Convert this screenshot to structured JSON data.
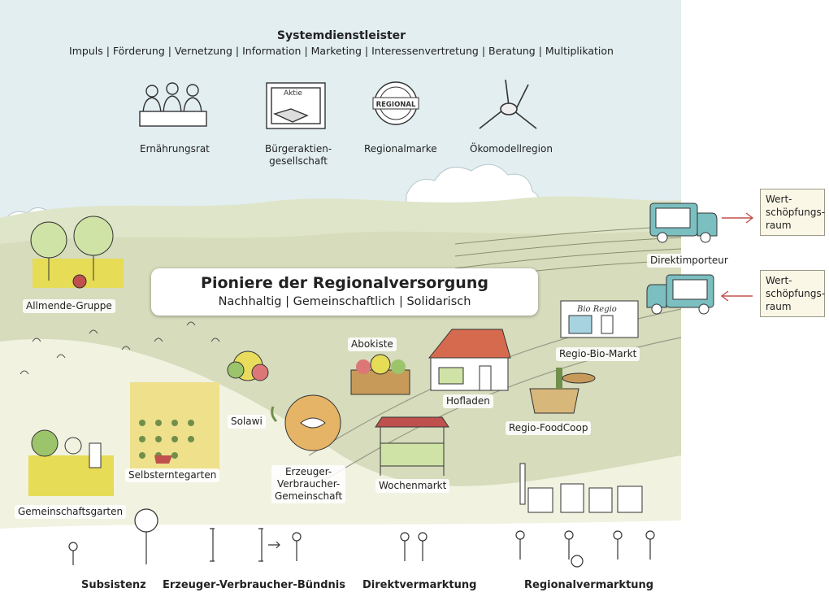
{
  "header": {
    "title": "Systemdienstleister",
    "subtitle": "Impuls | Förderung | Vernetzung | Information | Marketing | Interessenvertretung | Beratung | Multiplikation"
  },
  "services": [
    {
      "label": "Ernährungsrat",
      "icon": "council-icon"
    },
    {
      "label": "Bürgeraktien-\ngesellschaft",
      "icon": "share-certificate-icon"
    },
    {
      "label": "Regionalmarke",
      "icon": "regional-seal-icon"
    },
    {
      "label": "Ökomodellregion",
      "icon": "joined-hands-icon"
    }
  ],
  "center": {
    "title": "Pioniere der Regionalversorgung",
    "subtitle": "Nachhaltig | Gemeinschaftlich | Solidarisch"
  },
  "pioneers": {
    "allmende": "Allmende-Gruppe",
    "abokiste": "Abokiste",
    "hofladen": "Hofladen",
    "regio_bio": "Regio-Bio-Markt",
    "solawi": "Solawi",
    "foodcoop": "Regio-FoodCoop",
    "selbsternte": "Selbsterntegarten",
    "evg": "Erzeuger-\nVerbraucher-\nGemeinschaft",
    "wochenmarkt": "Wochenmarkt",
    "gemeinschaftsgarten": "Gemeinschaftsgarten",
    "direktimporteur": "Direktimporteur"
  },
  "shop_sign": "Bio Regio",
  "certificate_text": "Aktie",
  "seal_text": "REGIONAL",
  "side": {
    "out": "Wert-\nschöpfungs-\nraum",
    "in": "Wert-\nschöpfungs-\nraum"
  },
  "bottom": {
    "subsistenz": "Subsistenz",
    "buendnis": "Erzeuger-Verbraucher-Bündnis",
    "direkt": "Direktvermarktung",
    "regional": "Regionalvermarktung"
  },
  "colors": {
    "sky": "#e2eef0",
    "hills": "#dfe5c8",
    "meadow": "#f1f2e0",
    "truck": "#7bbfc0",
    "arrow": "#c0504d",
    "yellow": "#e9dc5c"
  }
}
